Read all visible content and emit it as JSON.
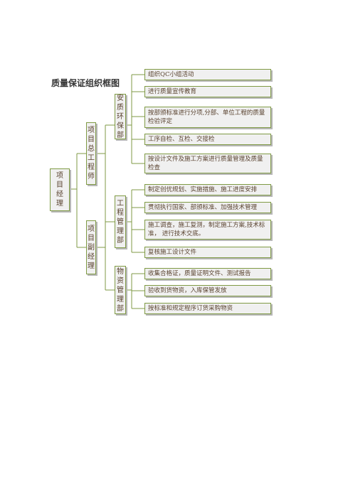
{
  "title": "质量保证组织框图",
  "root": "项目经理",
  "level2": [
    "项目总工程师",
    "项目副经理"
  ],
  "departments": [
    {
      "name": "安质环保部",
      "tasks": [
        "组织QC小组活动",
        "进行质量宣传教育",
        "按部颁标准进行分项,分部、单位工程的质量检验评定",
        "工序自检、互检、交接检",
        "按设计文件及施工方案进行质量管理及质量检查"
      ]
    },
    {
      "name": "工程管理部",
      "tasks": [
        "制定创优规划、实施措施、施工进度安排",
        "贯彻执行国家、部颁标准、加强技术管理",
        "施工调查，施工复测，制定施工方案,技术标准， 进行技术交底。",
        "复核施工设计文件"
      ]
    },
    {
      "name": "物资管理部",
      "tasks": [
        "收集合格证，质量证明文件、测试报告",
        "验收到货物资，入库保管发放",
        "按标准和规定程序订货采购物资"
      ]
    }
  ],
  "colors": {
    "border": "#7f9a44",
    "line": "#7f9a44",
    "fill": "#f0f0f0",
    "text": "#5a4330"
  }
}
